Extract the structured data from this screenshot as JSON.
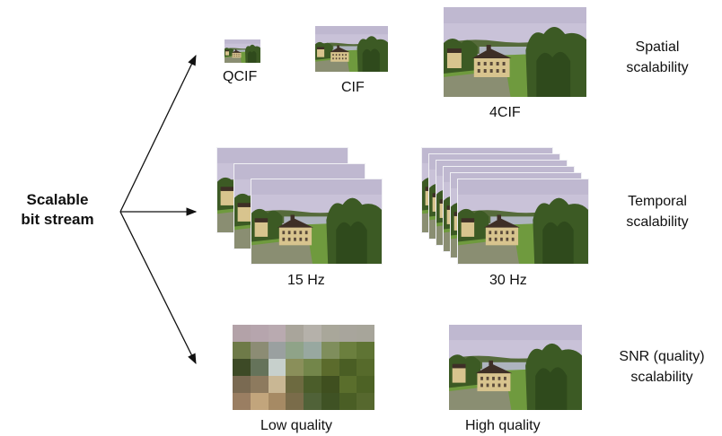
{
  "source": {
    "line1": "Scalable",
    "line2": "bit stream"
  },
  "spatial": {
    "labels": {
      "qcif": "QCIF",
      "cif": "CIF",
      "fourcif": "4CIF"
    },
    "title": {
      "line1": "Spatial",
      "line2": "scalability"
    }
  },
  "temporal": {
    "labels": {
      "low": "15 Hz",
      "high": "30 Hz"
    },
    "title": {
      "line1": "Temporal",
      "line2": "scalability"
    }
  },
  "snr": {
    "labels": {
      "low": "Low quality",
      "high": "High quality"
    },
    "title": {
      "line1": "SNR (quality)",
      "line2": "scalability"
    }
  },
  "colors": {
    "sky": "#c9c2d8",
    "lake": "#aeb4bf",
    "forest": "#3c5a24",
    "lawn": "#6f9a3e",
    "building": "#d8c48e",
    "roof": "#3e2f26",
    "arrow": "#111111"
  }
}
